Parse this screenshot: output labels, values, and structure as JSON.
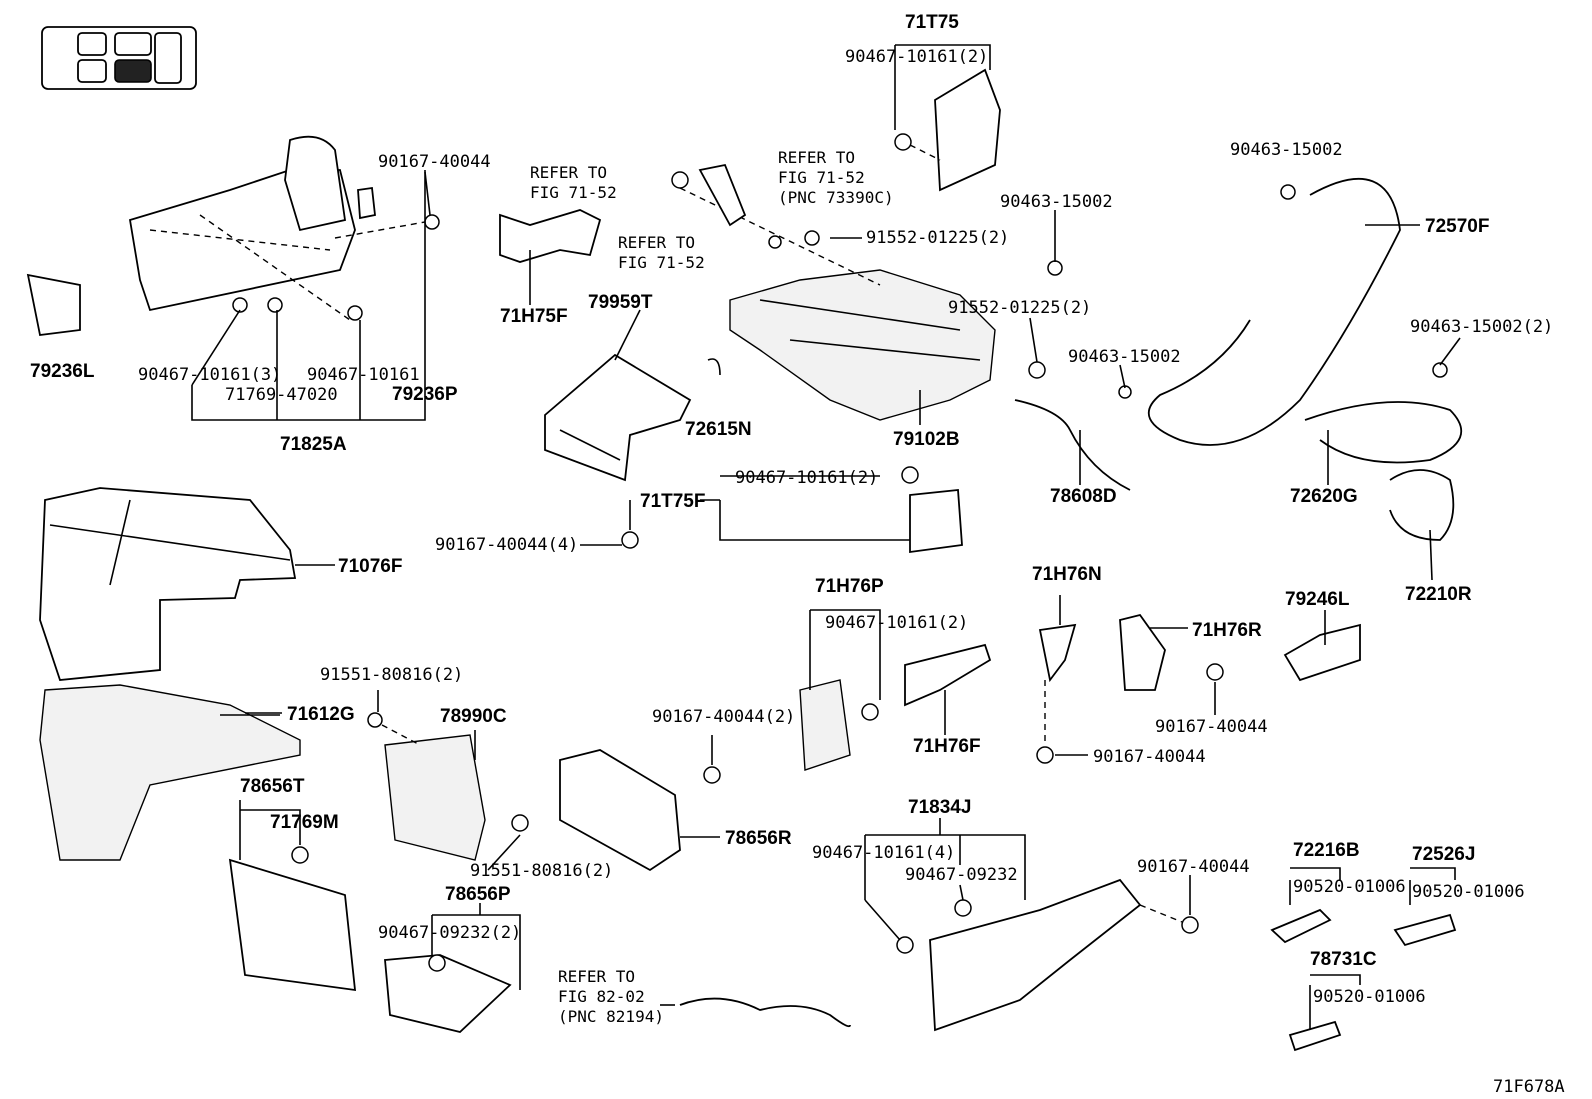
{
  "diagram_code": "71F678A",
  "refer_texts": {
    "fig7152_a": [
      "REFER TO",
      "FIG 71-52"
    ],
    "fig7152_b": [
      "REFER TO",
      "FIG 71-52",
      "(PNC 73390C)"
    ],
    "fig7152_c": [
      "REFER TO",
      "FIG 71-52"
    ],
    "fig8202": [
      "REFER TO",
      "FIG 82-02",
      "(PNC 82194)"
    ]
  },
  "part_labels": {
    "p71T75": "71T75",
    "p90467_10161_2_top": "90467-10161(2)",
    "p90167_40044_a": "90167-40044",
    "p71H75F": "71H75F",
    "p79959T": "79959T",
    "p91552_01225_2_a": "91552-01225(2)",
    "p90463_15002_a": "90463-15002",
    "p72570F": "72570F",
    "p90463_15002_b": "90463-15002",
    "p79236L": "79236L",
    "p90467_10161_3": "90467-10161(3)",
    "p71769_47020": "71769-47020",
    "p90467_10161_b": "90467-10161",
    "p79236P": "79236P",
    "p71825A": "71825A",
    "p72615N": "72615N",
    "p79102B": "79102B",
    "p91552_01225_2_b": "91552-01225(2)",
    "p90463_15002_c": "90463-15002",
    "p90463_15002_2": "90463-15002(2)",
    "p78608D": "78608D",
    "p72620G": "72620G",
    "p72210R": "72210R",
    "p71T75F": "71T75F",
    "p90467_10161_2_mid": "90467-10161(2)",
    "p90167_40044_4": "90167-40044(4)",
    "p71076F": "71076F",
    "p71H76P": "71H76P",
    "p90467_10161_2_p": "90467-10161(2)",
    "p71H76N": "71H76N",
    "p71H76R": "71H76R",
    "p79246L": "79246L",
    "p91551_80816_2_a": "91551-80816(2)",
    "p71612G": "71612G",
    "p78990C": "78990C",
    "p90167_40044_2": "90167-40044(2)",
    "p71H76F": "71H76F",
    "p90167_40044_c": "90167-40044",
    "p90167_40044_d": "90167-40044",
    "p78656T": "78656T",
    "p71769M": "71769M",
    "p78656R": "78656R",
    "p91551_80816_2_b": "91551-80816(2)",
    "p71834J": "71834J",
    "p90467_10161_4": "90467-10161(4)",
    "p90467_09232": "90467-09232",
    "p90167_40044_e": "90167-40044",
    "p72216B": "72216B",
    "p72526J": "72526J",
    "p90520_01006_a": "90520-01006",
    "p90520_01006_b": "90520-01006",
    "p78656P": "78656P",
    "p90467_09232_2": "90467-09232(2)",
    "p78731C": "78731C",
    "p90520_01006_c": "90520-01006"
  }
}
